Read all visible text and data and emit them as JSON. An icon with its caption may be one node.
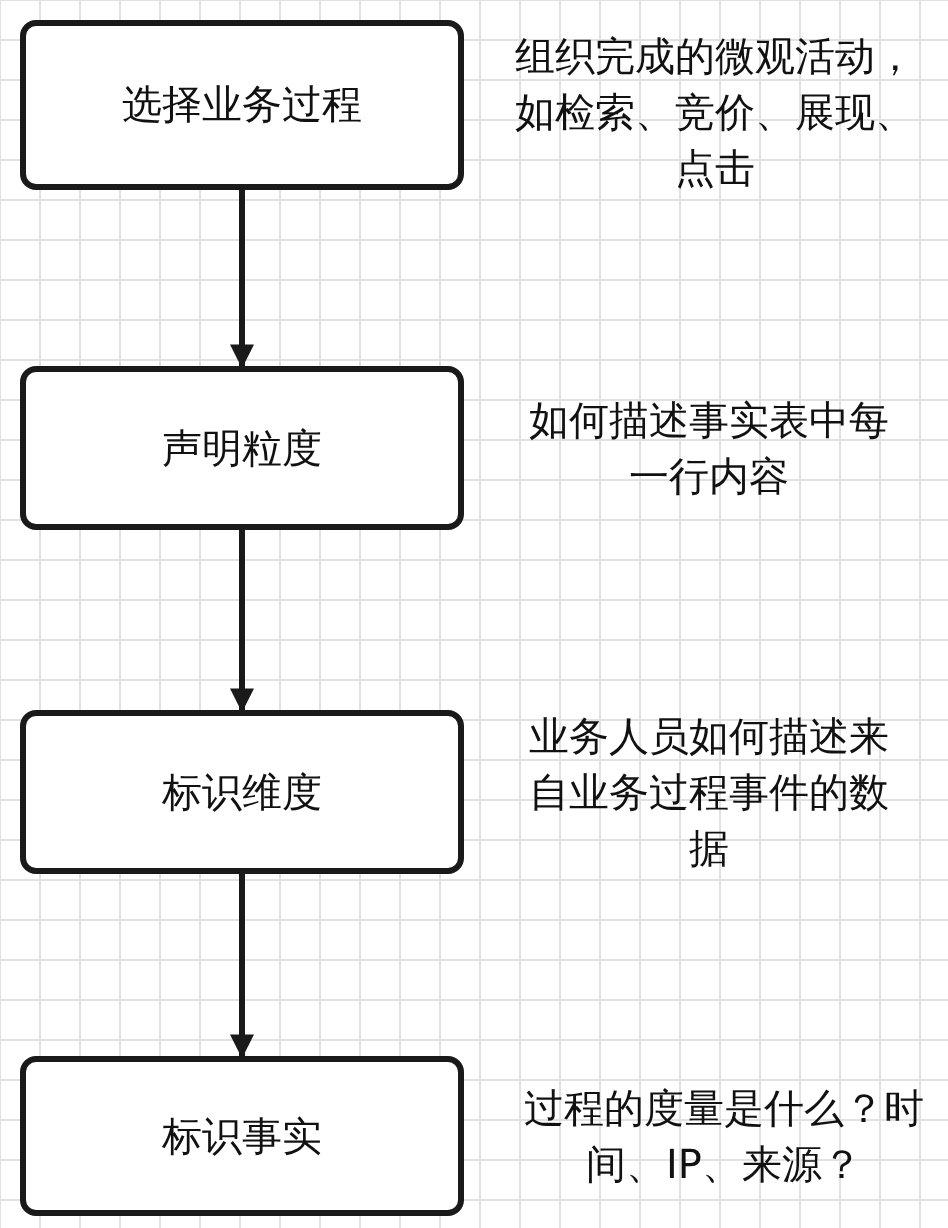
{
  "diagram": {
    "nodes": [
      {
        "text": [
          "选择业务过程"
        ],
        "beside": [
          "组织完成的微观活动，如检索、竞价、展现、点击"
        ]
      },
      {
        "text": [
          "声明粒度"
        ],
        "beside": [
          "如何描述事实表中每一行内容"
        ]
      },
      {
        "text": [
          "标识维度"
        ],
        "beside": [
          "业务人员如何描述来自业务过程事件的数据"
        ]
      },
      {
        "text": [
          "标识事实"
        ],
        "beside": [
          "过程的度量是什么？时间、IP、来源？"
        ]
      }
    ],
    "edges": [
      {
        "from": 0,
        "to": 1,
        "arrow": "to"
      },
      {
        "from": 1,
        "to": 2,
        "arrow": "to"
      },
      {
        "from": 2,
        "to": 3,
        "arrow": "to"
      }
    ]
  }
}
